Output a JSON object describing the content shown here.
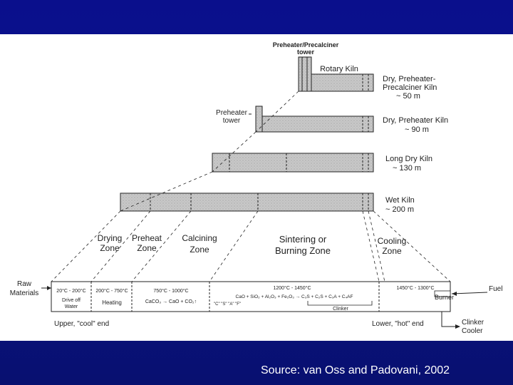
{
  "caption": "Source: van Oss and Padovani, 2002",
  "colors": {
    "background": "#0a0f8c",
    "panel": "#ffffff",
    "kiln_fill": "#c8c8c8",
    "line": "#222222",
    "caption_text": "#ffffff"
  },
  "kilns": [
    {
      "name_lines": [
        "Dry, Preheater-",
        "Precalciner Kiln",
        "~ 50 m"
      ],
      "tower_label_lines": [
        "Preheater/Precalciner",
        "tower"
      ],
      "inner_label": "Rotary Kiln"
    },
    {
      "name_lines": [
        "Dry, Preheater Kiln",
        "~ 90 m"
      ],
      "tower_label_lines": [
        "Preheater",
        "tower"
      ]
    },
    {
      "name_lines": [
        "Long Dry Kiln",
        "~ 130 m"
      ]
    },
    {
      "name_lines": [
        "Wet Kiln",
        "~ 200 m"
      ]
    }
  ],
  "zones": [
    {
      "lines": [
        "Drying",
        "Zone"
      ]
    },
    {
      "lines": [
        "Preheat",
        "Zone"
      ]
    },
    {
      "lines": [
        "Calcining",
        "Zone"
      ]
    },
    {
      "lines": [
        "Sintering or",
        "Burning Zone"
      ]
    },
    {
      "lines": [
        "Cooling",
        "Zone"
      ]
    }
  ],
  "process": {
    "raw_materials_lines": [
      "Raw",
      "Materials"
    ],
    "fuel": "Fuel",
    "burner": "Burner",
    "clinker_cooler_lines": [
      "Clinker",
      "Cooler"
    ],
    "upper_end": "Upper, \"cool\" end",
    "lower_end": "Lower, \"hot\" end",
    "segments": [
      {
        "temp": "20°C - 200°C",
        "text": [
          "Drive off",
          "Water"
        ]
      },
      {
        "temp": "200°C - 750°C",
        "text": [
          "Heating"
        ]
      },
      {
        "temp": "750°C - 1000°C",
        "text": [
          "CaCO₃  →  CaO  +  CO₂↑"
        ]
      },
      {
        "temp": "1200°C - 1450°C",
        "text": [
          "CaO + SiO₂ + Al₂O₃ + Fe₂O₃  →  C₃S + C₂S + C₃A + C₄AF",
          "\"C\"    \"S\"    \"A\"    \"F\""
        ],
        "sub_label": "Clinker"
      },
      {
        "temp": "1450°C - 1300°C",
        "text": []
      }
    ]
  }
}
